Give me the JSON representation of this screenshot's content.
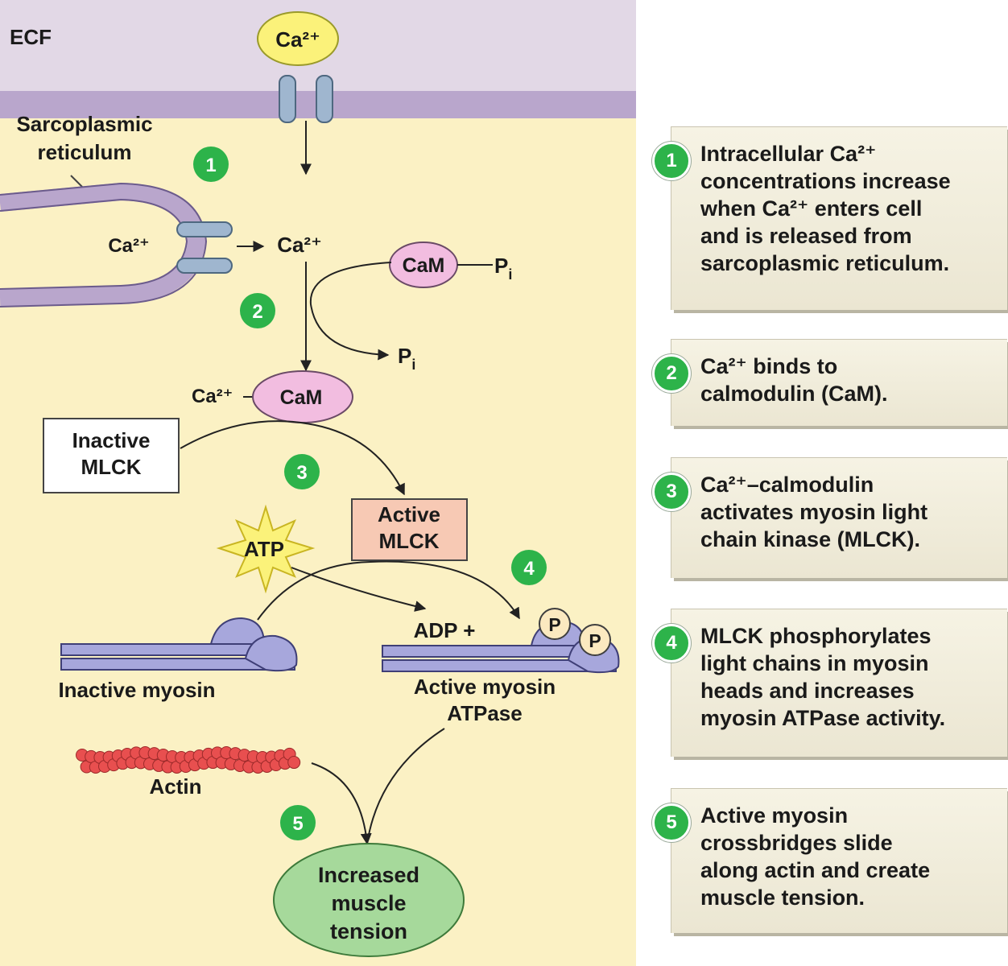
{
  "diagram": {
    "ecf_label": "ECF",
    "ca_ecf": "Ca²⁺",
    "sr_label_line1": "Sarcoplasmic",
    "sr_label_line2": "reticulum",
    "ca_sr": "Ca²⁺",
    "ca_cyto": "Ca²⁺",
    "cam": "CaM",
    "pi_1": "P",
    "pi_1_sub": "i",
    "pi_2": "P",
    "pi_2_sub": "i",
    "ca_bound": "Ca²⁺",
    "cam_bound": "CaM",
    "inactive_mlck_line1": "Inactive",
    "inactive_mlck_line2": "MLCK",
    "active_mlck_line1": "Active",
    "active_mlck_line2": "MLCK",
    "atp": "ATP",
    "adp": "ADP +",
    "phos_1": "P",
    "phos_2": "P",
    "inactive_myosin": "Inactive myosin",
    "active_myosin_line1": "Active myosin",
    "active_myosin_line2": "ATPase",
    "actin": "Actin",
    "tension_line1": "Increased",
    "tension_line2": "muscle",
    "tension_line3": "tension",
    "markers": [
      "1",
      "2",
      "3",
      "4",
      "5"
    ]
  },
  "steps": [
    {
      "num": "1",
      "text": "Intracellular Ca²⁺\nconcentrations increase\nwhen Ca²⁺ enters cell\nand is released from\nsarcoplasmic reticulum."
    },
    {
      "num": "2",
      "text": "Ca²⁺ binds to\ncalmodulin (CaM)."
    },
    {
      "num": "3",
      "text": "Ca²⁺–calmodulin\nactivates myosin light\nchain kinase (MLCK)."
    },
    {
      "num": "4",
      "text": "MLCK phosphorylates\nlight chains in myosin\nheads and increases\nmyosin ATPase activity."
    },
    {
      "num": "5",
      "text": "Active myosin\ncrossbridges slide\nalong actin and create\nmuscle tension."
    }
  ],
  "colors": {
    "ecf_background": "#e2d8e6",
    "membrane": "#b9a6cc",
    "cytoplasm": "#fbf1c4",
    "step_marker": "#2db34a",
    "cam_fill": "#f2bde0",
    "active_mlck_fill": "#f7c9b4",
    "tension_fill": "#a6d99b",
    "actin_fill": "#e84f4f",
    "myosin_fill": "#a7a7dc",
    "calcium_fill": "#fbf27a"
  }
}
